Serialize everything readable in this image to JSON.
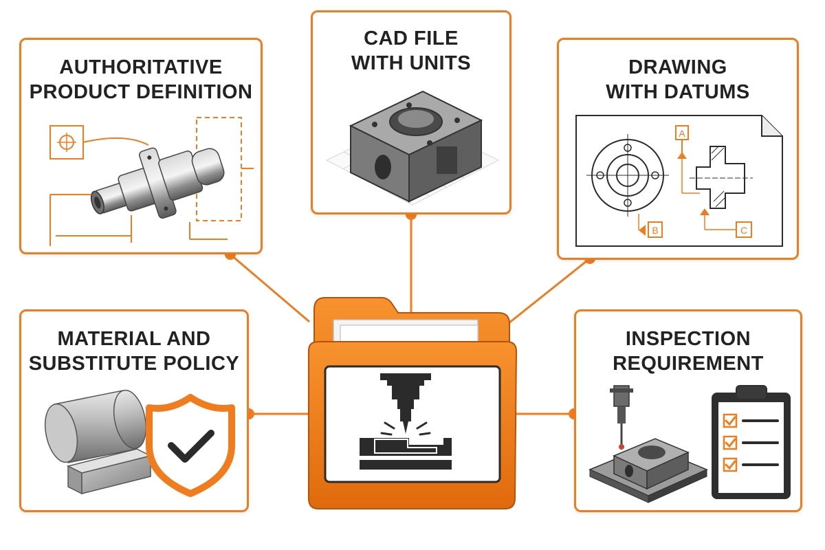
{
  "colors": {
    "accent": "#f07c1e",
    "dark": "#2b2b2b",
    "metal": "#8a8a8a"
  },
  "hub": {
    "icon": "cnc-machining-icon",
    "label": "folder"
  },
  "cards": {
    "product": {
      "line1": "AUTHORITATIVE",
      "line2": "PRODUCT DEFINITION",
      "icon": "shaft-part-icon"
    },
    "cad": {
      "line1": "CAD FILE",
      "line2": "WITH UNITS",
      "icon": "cad-block-icon"
    },
    "drawing": {
      "line1": "DRAWING",
      "line2": "WITH DATUMS",
      "icon": "technical-drawing-icon",
      "datums": [
        "A",
        "B",
        "C"
      ]
    },
    "material": {
      "line1": "MATERIAL AND",
      "line2": "SUBSTITUTE POLICY",
      "icon": "material-stock-icon"
    },
    "inspection": {
      "line1": "INSPECTION",
      "line2": "REQUIREMENT",
      "icon": "inspection-checklist-icon"
    }
  }
}
